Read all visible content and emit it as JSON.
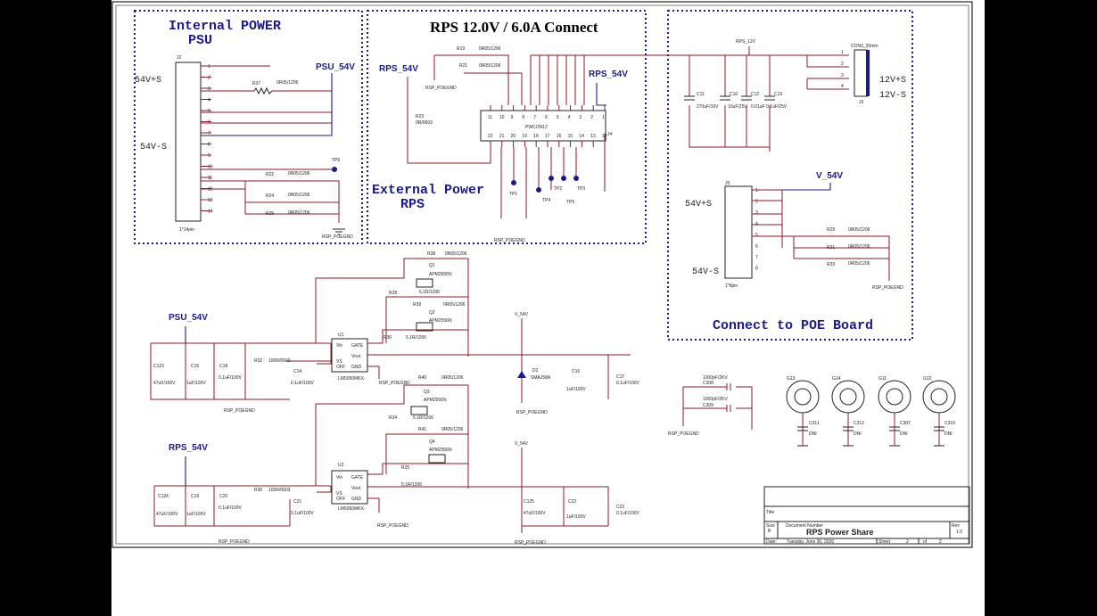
{
  "header": {
    "title": "RPS 12.0V / 6.0A Connect"
  },
  "sections": {
    "internal_psu": "Internal POWER\nPSU",
    "external_rps": "External Power\nRPS",
    "poe_board": "Connect to POE Board"
  },
  "nets": {
    "psu_54v": "PSU_54V",
    "rps_54v": "RPS_54V",
    "v_54v": "V_54V",
    "rsp_poegnd": "RSP_POEGND",
    "rps_12v": "RPS_12V",
    "p54vs": "54V+S",
    "n54vs": "54V-S",
    "p12vs": "12V+S",
    "n12vs": "12V-S"
  },
  "parts": {
    "j2": "J2",
    "j2_note": "1*14pin",
    "j3": "J3",
    "j3_label": "CON3_30mm",
    "j4": "J4",
    "j4_label": "PWCON12",
    "j5": "J5",
    "j5_note": "1*8pin",
    "u1": "U1",
    "u2": "U2",
    "u_part": "LM5050MKX-",
    "q1": "Q1",
    "q2": "Q2",
    "q3": "Q3",
    "q4": "Q4",
    "q_part": "APM2556N",
    "d2": "D2",
    "d2_part": "SMAJ58A",
    "r_0r05": "0R05/1206",
    "r_51r": "5.1R/1206",
    "r_100r": "100R/0603",
    "ic_pins": [
      "Vin",
      "VS",
      "OFF",
      "GATE",
      "Vout",
      "GND"
    ],
    "tp6": "TP6",
    "tp1": "TP1",
    "tp2": "TP2",
    "tp3": "TP3",
    "tp4": "TP4",
    "tp5": "TP5",
    "c11": "C11",
    "c11_val": "270uF/16V",
    "c10": "C10",
    "c10_val": "10uF/25V",
    "c12": "C12",
    "c12_val": "0.01uF",
    "c13": "C13",
    "c13_val": "0.1uF/25V",
    "c123": "C123",
    "c124": "C124",
    "c125": "C125",
    "c47_val": "47uF/100V",
    "c15": "C15",
    "c19": "C19",
    "c16": "C16",
    "c22": "C22",
    "c1u_val": "1uF/100V",
    "c18": "C18",
    "c14": "C14",
    "c20": "C20",
    "c21": "C21",
    "c17": "C17",
    "c23": "C23",
    "c01_val": "0.1uF/100V",
    "c308": "C308",
    "c309": "C309",
    "c1000_val": "1000pF/2KV",
    "c311": "C311",
    "c312": "C312",
    "c307": "C307",
    "c310": "C310",
    "dni": "DNI",
    "g13": "G13",
    "g14": "G14",
    "g11": "G11",
    "g12": "G12"
  },
  "title_block": {
    "title_label": "Title",
    "size_label": "Size",
    "size": "B",
    "doc_label": "Document Number",
    "doc_name": "RPS Power Share",
    "rev_label": "Rev",
    "rev": "1.0",
    "date_label": "Date:",
    "date": "Tuesday, June 30, 2020",
    "sheet_label": "Sheet",
    "sheet": "2",
    "of_label": "of",
    "sheets": "2"
  }
}
